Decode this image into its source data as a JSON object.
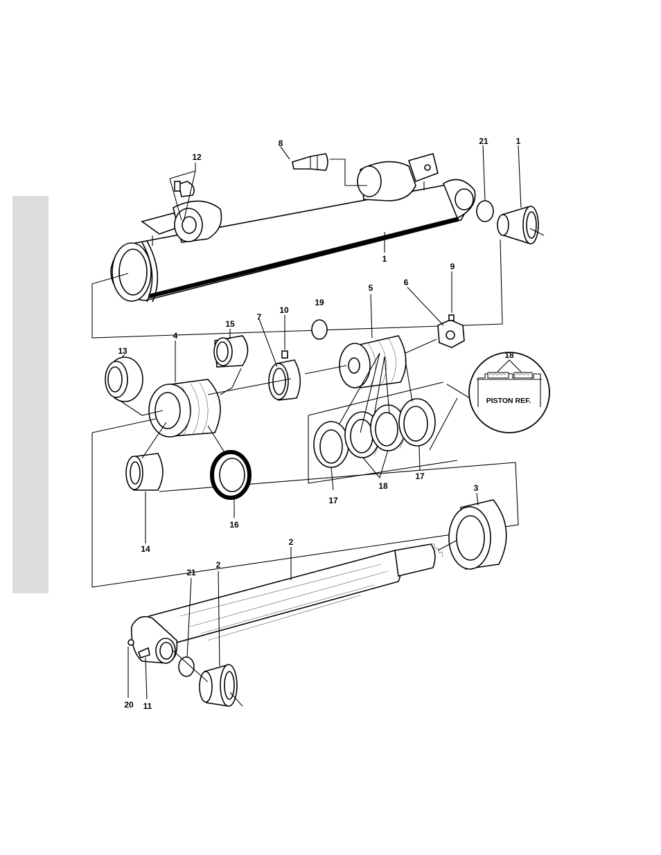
{
  "callouts": [
    {
      "id": "c12",
      "text": "12"
    },
    {
      "id": "c8",
      "text": "8"
    },
    {
      "id": "c21a",
      "text": "21"
    },
    {
      "id": "c1a",
      "text": "1"
    },
    {
      "id": "c1b",
      "text": "1"
    },
    {
      "id": "c6",
      "text": "6"
    },
    {
      "id": "c9",
      "text": "9"
    },
    {
      "id": "c19",
      "text": "19"
    },
    {
      "id": "c5",
      "text": "5"
    },
    {
      "id": "c10",
      "text": "10"
    },
    {
      "id": "c7",
      "text": "7"
    },
    {
      "id": "c15",
      "text": "15"
    },
    {
      "id": "c4",
      "text": "4"
    },
    {
      "id": "c13",
      "text": "13"
    },
    {
      "id": "c18a",
      "text": "18"
    },
    {
      "id": "c14",
      "text": "14"
    },
    {
      "id": "c16",
      "text": "16"
    },
    {
      "id": "c17a",
      "text": "17"
    },
    {
      "id": "c18b",
      "text": "18"
    },
    {
      "id": "c17b",
      "text": "17"
    },
    {
      "id": "c3",
      "text": "3"
    },
    {
      "id": "c2a",
      "text": "2"
    },
    {
      "id": "c21b",
      "text": "21"
    },
    {
      "id": "c2b",
      "text": "2"
    },
    {
      "id": "c20",
      "text": "20"
    },
    {
      "id": "c11",
      "text": "11"
    }
  ],
  "detail": {
    "caption": "PISTON REF."
  }
}
